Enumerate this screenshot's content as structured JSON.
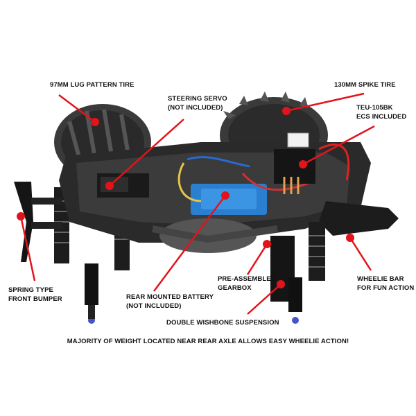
{
  "callouts": {
    "lug_tire": {
      "lines": [
        "97MM LUG PATTERN TIRE"
      ]
    },
    "steering_servo": {
      "lines": [
        "STEERING SERVO",
        "(NOT INCLUDED)"
      ]
    },
    "spike_tire": {
      "lines": [
        "130MM SPIKE TIRE"
      ]
    },
    "esc": {
      "lines": [
        "TEU-105BK",
        "ECS INCLUDED"
      ]
    },
    "front_bumper": {
      "lines": [
        "SPRING TYPE",
        "FRONT BUMPER"
      ]
    },
    "battery": {
      "lines": [
        "REAR MOUNTED BATTERY",
        "(NOT INCLUDED)"
      ]
    },
    "gearbox": {
      "lines": [
        "PRE-ASSEMBLED",
        "GEARBOX"
      ]
    },
    "wheelie_bar": {
      "lines": [
        "WHEELIE BAR",
        "FOR FUN ACTION"
      ]
    },
    "suspension": {
      "lines": [
        "DOUBLE WISHBONE SUSPENSION"
      ]
    }
  },
  "footer": "MAJORITY OF WEIGHT LOCATED NEAR REAR AXLE ALLOWS EASY WHEELIE ACTION!",
  "colors": {
    "callout": "#e3131b",
    "battery": "#2a7fd0"
  }
}
